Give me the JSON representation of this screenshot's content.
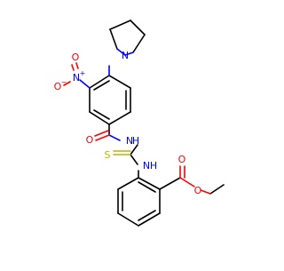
{
  "colors": {
    "bond": "#000000",
    "nitrogen": "#0000ff",
    "oxygen": "#ff0000",
    "sulfur": "#b8b800",
    "background": "#ffffff"
  },
  "atoms": {
    "pyrrolidine_n": "N",
    "nitro_n": "N",
    "nitro_n_charge": "+",
    "nitro_o_double": "O",
    "nitro_o_single": "O",
    "nitro_o_charge": "−",
    "amide_o": "O",
    "amide_nh": "N",
    "amide_h": "H",
    "thio_s": "S",
    "thio_nh": "N",
    "thio_h": "H",
    "ester_o_double": "O",
    "ester_o_single": "O"
  }
}
